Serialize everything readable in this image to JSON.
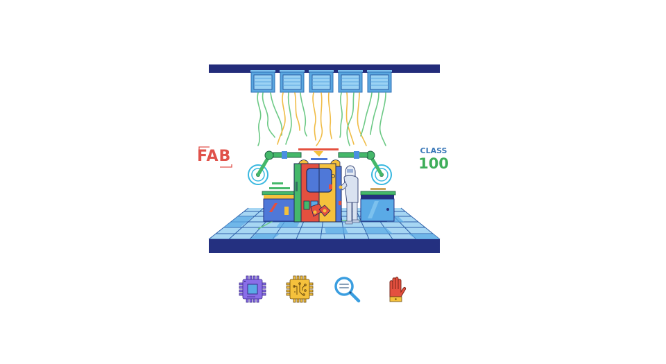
{
  "illustration": {
    "title": "Semiconductor cleanroom fabrication scene",
    "labels": {
      "fab": "FAB",
      "class_word": "CLASS",
      "class_number": "100"
    },
    "colors": {
      "ceiling_bar": "#232c7a",
      "floor_base": "#243080",
      "filter_blue": "#5aa7e0",
      "airflow_green": "#6cc985",
      "airflow_yellow": "#f0bc45",
      "machine_red": "#e4503f",
      "machine_yellow": "#f5c13c",
      "machine_blue": "#4f78d8",
      "machine_green": "#4cbf64",
      "robot_arm_green": "#45b86a",
      "label_red": "#e0524a",
      "label_blue": "#3a78b8",
      "label_green": "#3fae5a"
    },
    "ceiling_filters_count": 5
  },
  "icons": [
    {
      "name": "cpu-chip-icon",
      "color": "#8a6ee8"
    },
    {
      "name": "circuit-chip-icon",
      "color": "#f5c13c"
    },
    {
      "name": "inspect-magnifier-icon",
      "color": "#3a9ee0"
    },
    {
      "name": "stop-hand-icon",
      "color": "#e4503f"
    }
  ]
}
